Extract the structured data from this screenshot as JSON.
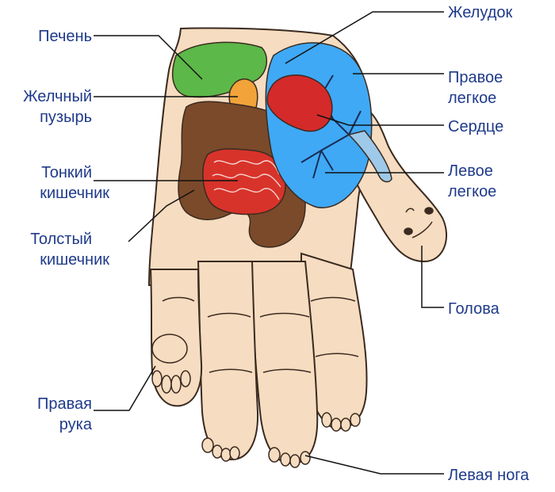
{
  "labels": {
    "liver": "Печень",
    "gallbladder_1": "Желчный",
    "gallbladder_2": "пузырь",
    "small_intestine_1": "Тонкий",
    "small_intestine_2": "кишечник",
    "large_intestine_1": "Толстый",
    "large_intestine_2": "кишечник",
    "right_arm_1": "Правая",
    "right_arm_2": "рука",
    "stomach": "Желудок",
    "right_lung_1": "Правое",
    "right_lung_2": "легкое",
    "heart": "Сердце",
    "left_lung_1": "Левое",
    "left_lung_2": "легкое",
    "head": "Голова",
    "left_leg": "Левая нога"
  },
  "colors": {
    "label_text": "#1f3a8a",
    "skin": "#f6dcc0",
    "outline": "#3a2a20",
    "liver": "#5cb848",
    "gallbladder": "#f2a33a",
    "intestine_large": "#7a4a2a",
    "intestine_small": "#d8332a",
    "lung": "#3fa9f5",
    "heart": "#d42a2a",
    "trachea": "#9ec9e8",
    "leader_line": "#111111"
  }
}
